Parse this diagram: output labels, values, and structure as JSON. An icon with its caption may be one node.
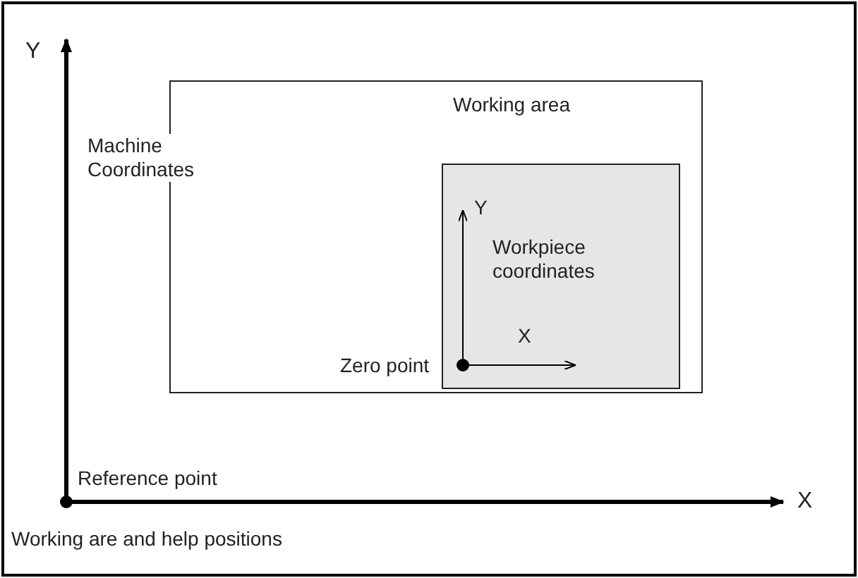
{
  "diagram": {
    "caption": "Working are and help positions",
    "nodes": [
      {
        "text": [
          "Working area"
        ]
      },
      {
        "text": [
          "Workpiece coordinates"
        ],
        "in": 0
      }
    ],
    "labels": [
      "Y",
      "Machine Coordinates",
      "Y",
      "X",
      "Zero point",
      "Reference point",
      "X"
    ]
  }
}
